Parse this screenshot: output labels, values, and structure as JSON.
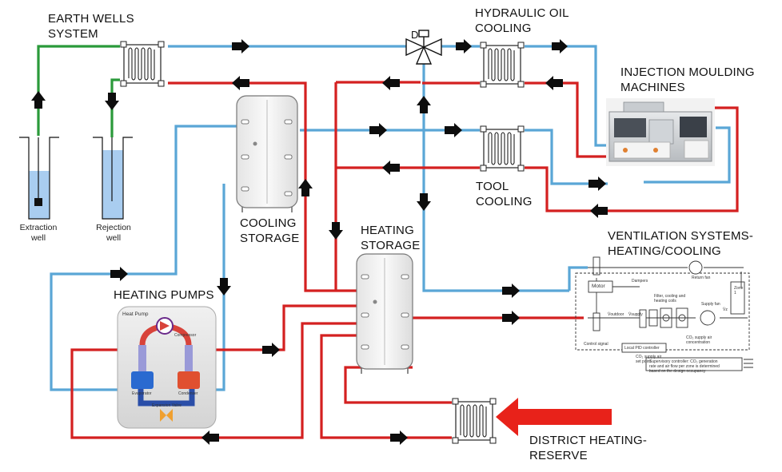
{
  "labels": {
    "earth_wells": "EARTH WELLS\nSYSTEM",
    "hydraulic_oil": "HYDRAULIC OIL\nCOOLING",
    "injection": "INJECTION MOULDING\nMACHINES",
    "tool_cooling": "TOOL\nCOOLING",
    "cooling_storage": "COOLING\nSTORAGE",
    "heating_storage": "HEATING\nSTORAGE",
    "ventilation": "VENTILATION SYSTEMS-\nHEATING/COOLING",
    "heating_pumps": "HEATING PUMPS",
    "district": "DISTRICT HEATING-\nRESERVE",
    "extraction_well": "Extraction\nwell",
    "rejection_well": "Rejection\nwell",
    "valve_letter": "D"
  },
  "heat_pump": {
    "title": "Heat Pump",
    "compressor": "Compressor",
    "evaporator": "Evaporator",
    "condenser": "Condenser",
    "expansion_valve": "Expansion Valve"
  },
  "ventilation_detail": {
    "motor": "Motor",
    "dampers": "Dampers",
    "return_fan": "Return fan",
    "zone": "Zone\n1",
    "filter": "Filter, cooling and\nheating coils",
    "supply_fan": "Supply fan",
    "v_outdoor": "V̇outdoor",
    "v_supply": "V̇supply",
    "v_z": "V̇z",
    "control_signal": "Control signal",
    "pid": "Local PID controller",
    "co2_air": "CO₂ supply air\nconcentration",
    "co2_setpoint": "CO₂ supply air\nset point",
    "supervisory": "Supervisory controller: CO₂ generation\nrate and air flow per zone is determined\nbased on the design occupancy"
  },
  "colors": {
    "cold_line": "#5aa6d6",
    "hot_line": "#d42020",
    "well_line": "#2a9a3a",
    "arrow": "#0d0d0d",
    "district_arrow": "#e8221a"
  }
}
